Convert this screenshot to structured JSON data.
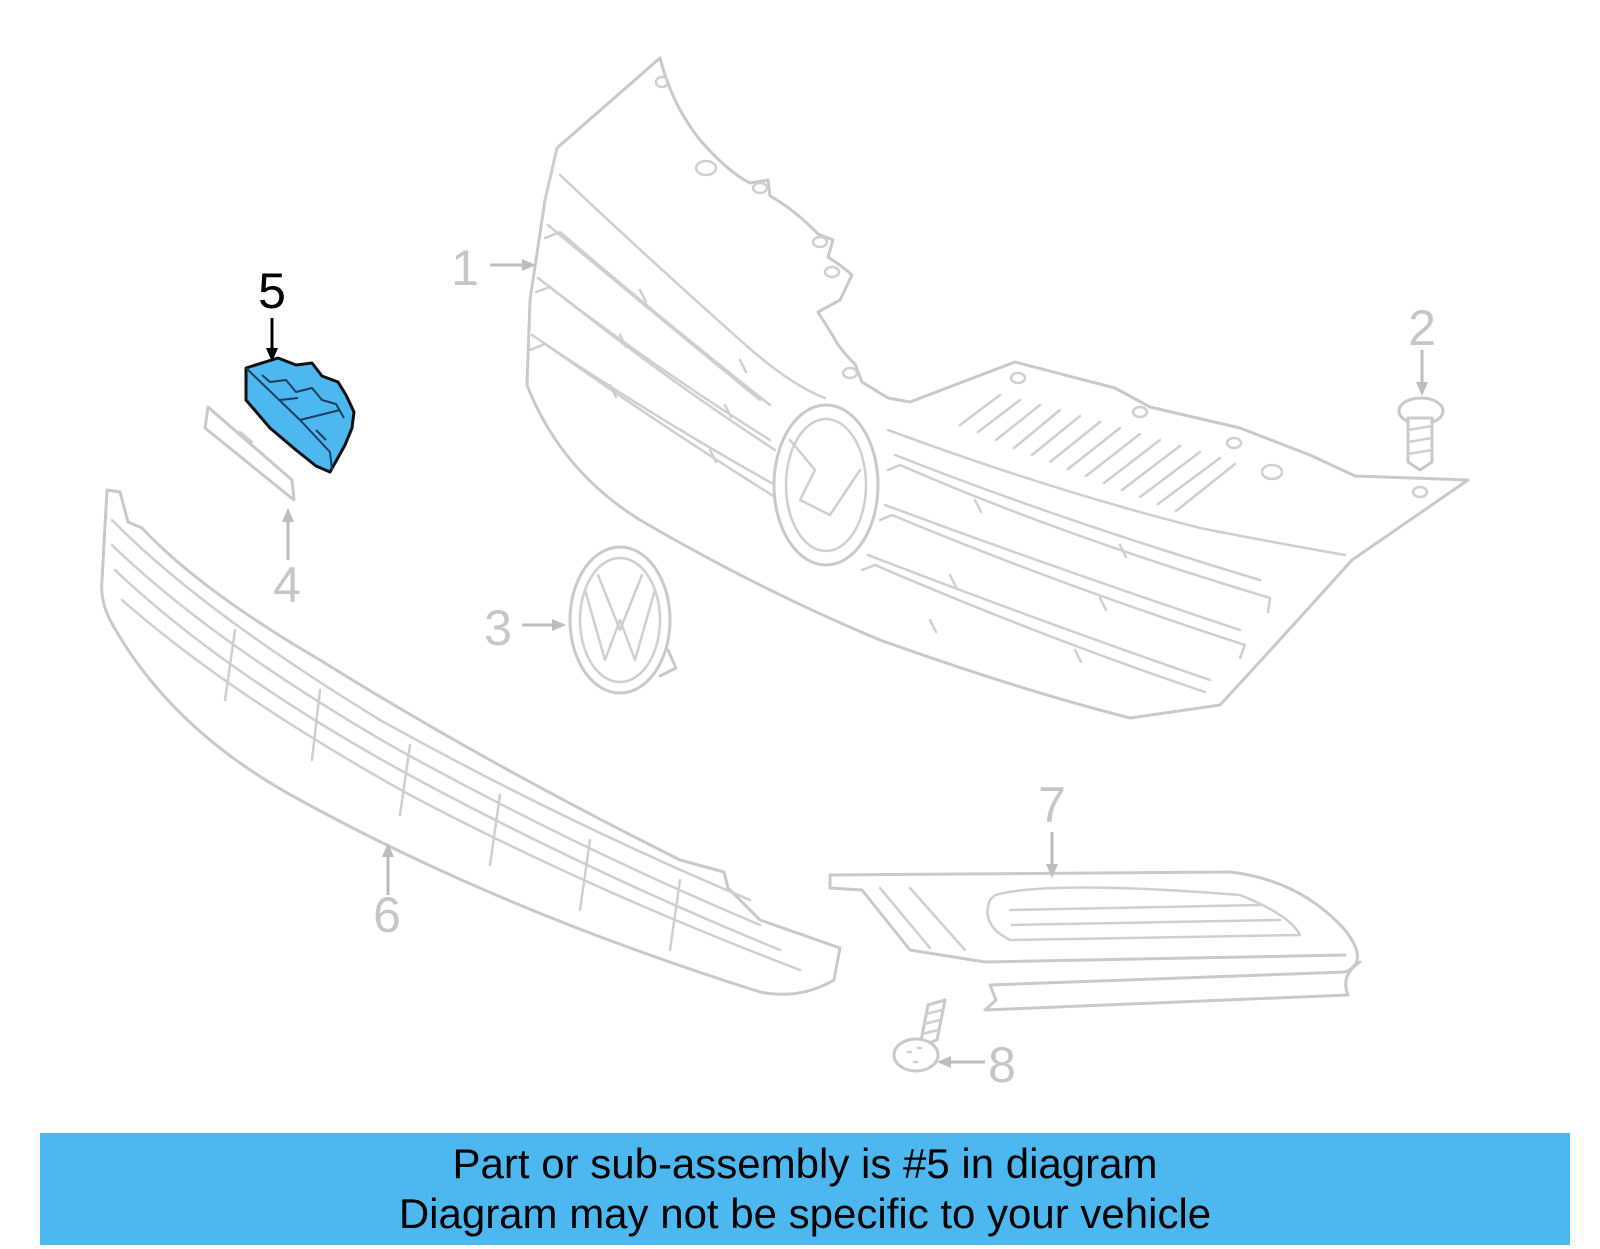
{
  "diagram": {
    "highlighted_part": "5",
    "highlight_color": "#4db8f0",
    "callouts": [
      {
        "id": "1",
        "label": "1"
      },
      {
        "id": "2",
        "label": "2"
      },
      {
        "id": "3",
        "label": "3"
      },
      {
        "id": "4",
        "label": "4"
      },
      {
        "id": "5",
        "label": "5"
      },
      {
        "id": "6",
        "label": "6"
      },
      {
        "id": "7",
        "label": "7"
      },
      {
        "id": "8",
        "label": "8"
      }
    ]
  },
  "caption": {
    "line1": "Part or sub-assembly is #5 in diagram",
    "line2": "Diagram may not be specific to your vehicle",
    "background_color": "#4db8f0"
  }
}
